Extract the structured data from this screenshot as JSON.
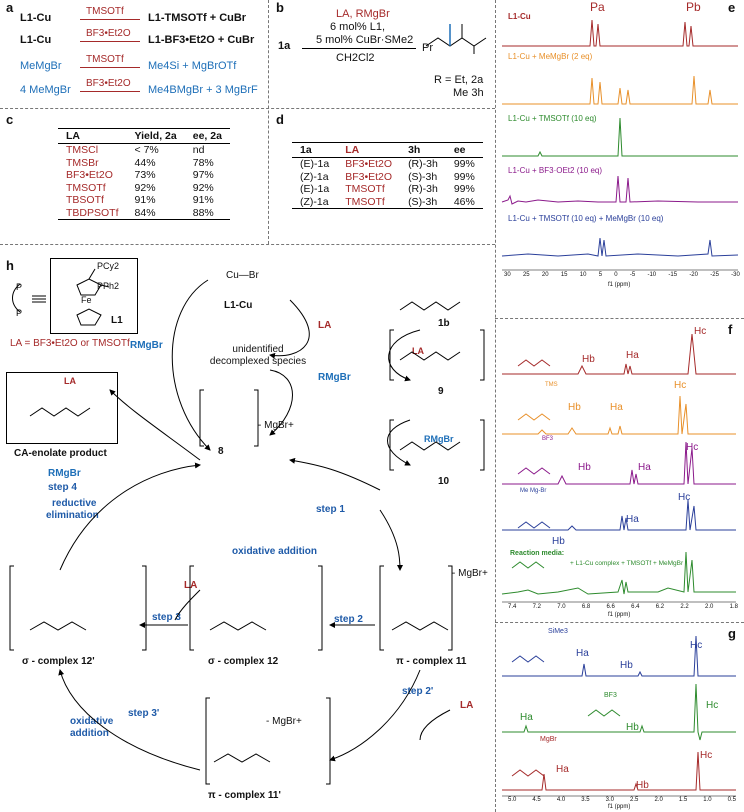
{
  "panel_a": {
    "label": "a",
    "rows": [
      {
        "left": "L1-Cu",
        "reagent": "TMSOTf",
        "right": "L1-TMSOTf + CuBr"
      },
      {
        "left": "L1-Cu",
        "reagent": "BF3•Et2O",
        "right": "L1-BF3•Et2O + CuBr"
      },
      {
        "left": "MeMgBr",
        "reagent": "TMSOTf",
        "right": "Me4Si + MgBrOTf"
      },
      {
        "left": "4 MeMgBr",
        "reagent": "BF3•Et2O",
        "right": "Me4BMgBr + 3 MgBrF"
      }
    ]
  },
  "panel_b": {
    "label": "b",
    "substrate": "1a",
    "above_arrow_1": "LA, RMgBr",
    "above_arrow_2": "6 mol% L1,",
    "above_arrow_3": "5 mol% CuBr·SMe2",
    "below_arrow": "CH2Cl2",
    "product_note_1": "R = Et, 2a",
    "product_note_2": "Me 3h",
    "product_pr": "Pr"
  },
  "panel_c": {
    "label": "c",
    "headers": [
      "LA",
      "Yield, 2a",
      "ee, 2a"
    ],
    "rows": [
      [
        "TMSCl",
        "< 7%",
        "nd"
      ],
      [
        "TMSBr",
        "44%",
        "78%"
      ],
      [
        "BF3•Et2O",
        "73%",
        "97%"
      ],
      [
        "TMSOTf",
        "92%",
        "92%"
      ],
      [
        "TBSOTf",
        "91%",
        "91%"
      ],
      [
        "TBDPSOTf",
        "84%",
        "88%"
      ]
    ]
  },
  "panel_d": {
    "label": "d",
    "headers": [
      "1a",
      "LA",
      "3h",
      "ee"
    ],
    "rows": [
      [
        "(E)-1a",
        "BF3•Et2O",
        "(R)-3h",
        "99%"
      ],
      [
        "(Z)-1a",
        "BF3•Et2O",
        "(S)-3h",
        "99%"
      ],
      [
        "(E)-1a",
        "TMSOTf",
        "(R)-3h",
        "99%"
      ],
      [
        "(Z)-1a",
        "TMSOTf",
        "(S)-3h",
        "46%"
      ]
    ]
  },
  "panel_e": {
    "label": "e",
    "peak_a": "Pa",
    "peak_b": "Pb",
    "spectra": [
      {
        "title": "L1-Cu",
        "color": "#a52a2a"
      },
      {
        "title": "L1-Cu + MeMgBr (2 eq)",
        "color": "#e8902a"
      },
      {
        "title": "L1-Cu + TMSOTf (10 eq)",
        "color": "#2e8b2e"
      },
      {
        "title": "L1-Cu + BF3·OEt2 (10 eq)",
        "color": "#8b1a8b"
      },
      {
        "title": "L1-Cu + TMSOTf (10 eq) + MeMgBr (10 eq)",
        "color": "#2a3f9a"
      }
    ],
    "axis_ticks": [
      "30",
      "25",
      "20",
      "15",
      "10",
      "5",
      "0",
      "-5",
      "-10",
      "-15",
      "-20",
      "-25",
      "-30"
    ],
    "axis_label": "f1 (ppm)"
  },
  "panel_f": {
    "label": "f",
    "hc": "Hc",
    "hb": "Hb",
    "ha": "Ha",
    "tms": "TMS",
    "bf3": "BF3",
    "memgbr": "Me Mg-Br",
    "reaction_media": "Reaction media:",
    "reaction_mix": "+ L1-Cu complex + TMSOTf + MeMgBr",
    "axis_ticks": [
      "7.4",
      "7.2",
      "7.0",
      "6.8",
      "6.6",
      "6.4",
      "6.2",
      "2.2",
      "2.0",
      "1.8"
    ],
    "axis_label": "f1 (ppm)"
  },
  "panel_g": {
    "label": "g",
    "sime3": "SiMe3",
    "bf3": "BF3",
    "mgbr": "MgBr",
    "ha": "Ha",
    "hb": "Hb",
    "hc": "Hc",
    "axis_ticks": [
      "5.0",
      "4.5",
      "4.0",
      "3.5",
      "3.0",
      "2.5",
      "2.0",
      "1.5",
      "1.0",
      "0.5"
    ],
    "axis_label": "f1 (ppm)"
  },
  "panel_h": {
    "label": "h",
    "ligand_name": "L1",
    "ligand_pcy2": "PCy2",
    "ligand_pph2": "PPh2",
    "ligand_fe": "Fe",
    "la_def": "LA = BF3•Et2O or TMSOTf",
    "l1cu": "L1-Cu",
    "cu_br": "Cu—Br",
    "la": "LA",
    "rmgbr": "RMgBr",
    "unidentified_1": "unidentified",
    "unidentified_2": "decomplexed species",
    "compound_1b": "1b",
    "compound_9": "9",
    "compound_10": "10",
    "compound_8": "8",
    "mgbr_plus": "- MgBr+",
    "product_caption": "CA-enolate product",
    "step1": "step 1",
    "step2": "step 2",
    "step3": "step 3",
    "step4": "step 4",
    "step2p": "step 2'",
    "step3p": "step 3'",
    "oxidative_addition": "oxidative addition",
    "oxidative_addition_2a": "oxidative",
    "oxidative_addition_2b": "addition",
    "reductive_1": "reductive",
    "reductive_2": "elimination",
    "complex_11": "π - complex 11",
    "complex_12": "σ - complex 12",
    "complex_12p": "σ - complex 12'",
    "complex_11p": "π - complex 11'"
  }
}
